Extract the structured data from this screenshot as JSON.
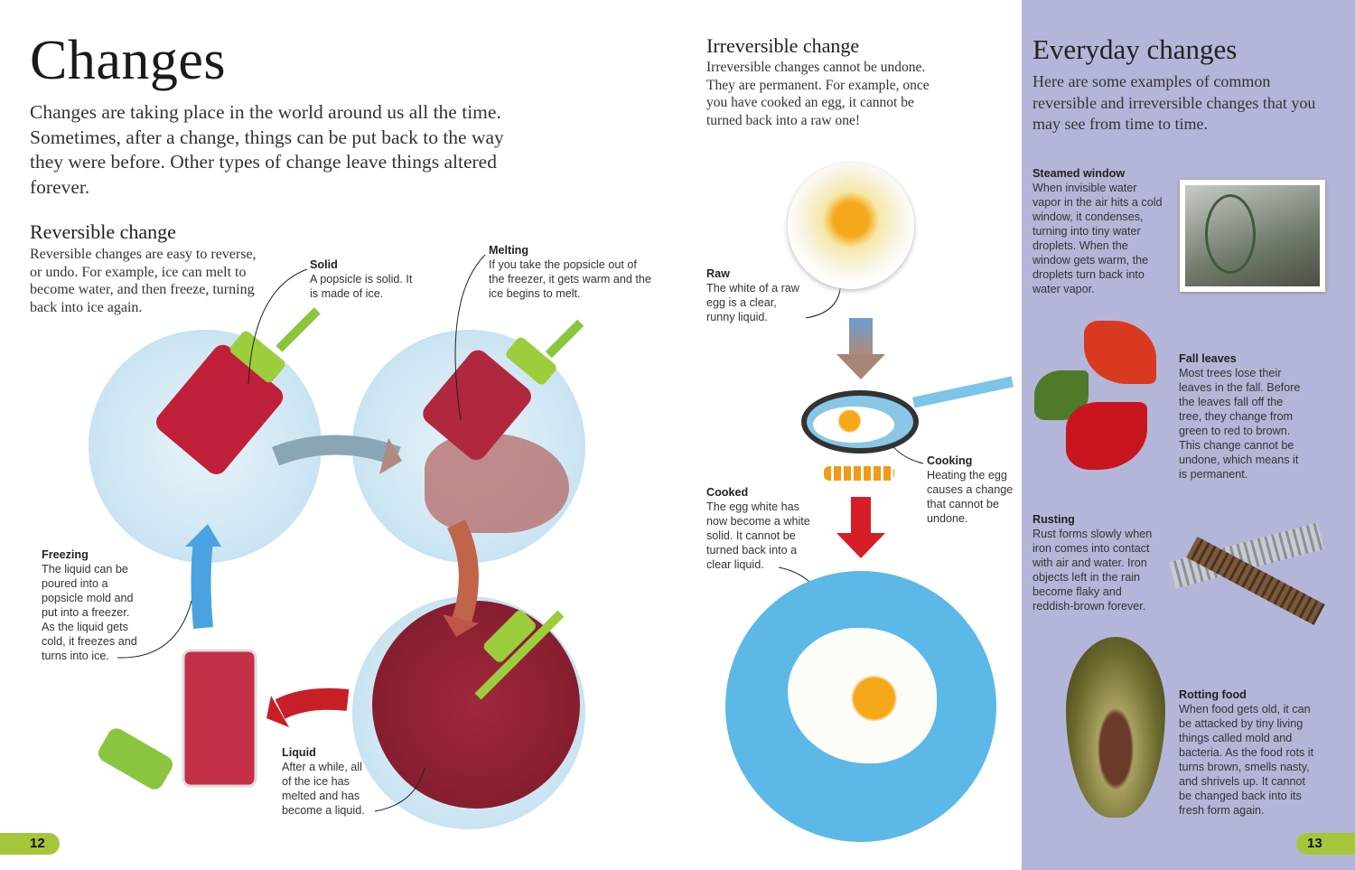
{
  "left_page": {
    "title": "Changes",
    "intro": "Changes are taking place in the world around us all the time. Sometimes, after a change, things can be put back to the way they were before. Other types of change leave things altered forever.",
    "reversible": {
      "heading": "Reversible change",
      "text": "Reversible changes are easy to reverse, or undo. For example, ice can melt to become water, and then freeze, turning back into ice again."
    },
    "captions": {
      "solid": {
        "title": "Solid",
        "text": "A popsicle is solid. It is made of ice."
      },
      "melting": {
        "title": "Melting",
        "text": "If you take the popsicle out of the freezer, it gets warm and the ice begins to melt."
      },
      "freezing": {
        "title": "Freezing",
        "text": "The liquid can be poured into a popsicle mold and put into a freezer. As the liquid gets cold, it freezes and turns into ice."
      },
      "liquid": {
        "title": "Liquid",
        "text": "After a while, all of the ice has melted and has become a liquid."
      }
    },
    "page_number": "12"
  },
  "middle": {
    "irreversible": {
      "heading": "Irreversible change",
      "text": "Irreversible changes cannot be undone. They are permanent. For example, once you have cooked an egg, it cannot be turned back into a raw one!"
    },
    "captions": {
      "raw": {
        "title": "Raw",
        "text": "The white of a raw egg is a clear, runny liquid."
      },
      "cooking": {
        "title": "Cooking",
        "text": "Heating the egg causes a change that cannot be undone."
      },
      "cooked": {
        "title": "Cooked",
        "text": "The egg white has now become a white solid. It cannot be turned back into a clear liquid."
      }
    }
  },
  "right_page": {
    "heading": "Everyday changes",
    "intro": "Here are some examples of common reversible and irreversible changes that you may see from time to time.",
    "items": [
      {
        "title": "Steamed window",
        "text": "When invisible water vapor in the air hits a cold window, it condenses, turning into tiny water droplets. When the window gets warm, the droplets turn back into water vapor."
      },
      {
        "title": "Fall leaves",
        "text": "Most trees lose their leaves in the fall. Before the leaves fall off the tree, they change from green to red to brown. This change cannot be undone, which means it is permanent."
      },
      {
        "title": "Rusting",
        "text": "Rust forms slowly when iron comes into contact with air and water. Iron objects left in the rain become flaky and reddish-brown forever."
      },
      {
        "title": "Rotting food",
        "text": "When food gets old, it can be attacked by tiny living things called mold and bacteria. As the food rots it turns brown, smells nasty, and shrivels up. It cannot be changed back into its fresh form again."
      }
    ],
    "page_number": "13"
  },
  "colors": {
    "panel": "#b3b6d8",
    "page_tab": "#a5c63b",
    "popsicle": "#c0203a",
    "plate_blue": "#5cb8e6"
  }
}
